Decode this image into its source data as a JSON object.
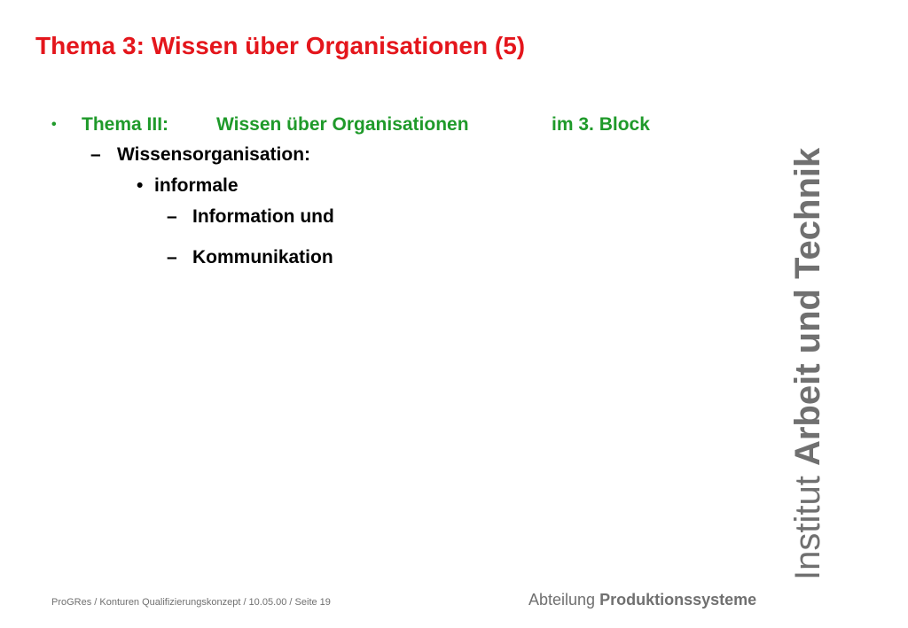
{
  "title": "Thema 3: Wissen über Organisationen (5)",
  "level1": {
    "bullet": "•",
    "col1": "Thema III:",
    "col2": "Wissen über Organisationen",
    "col3": "im 3. Block"
  },
  "level2": {
    "dash": "–",
    "text": "Wissensorganisation:"
  },
  "level3": {
    "bullet": "•",
    "text": "informale"
  },
  "level4": [
    {
      "dash": "–",
      "text": "Information und"
    },
    {
      "dash": "–",
      "text": "Kommunikation"
    }
  ],
  "institute": {
    "word1": "Institut",
    "word2": "Arbeit und Technik"
  },
  "footer": {
    "left": "ProGRes / Konturen Qualifizierungskonzept / 10.05.00  / Seite 19",
    "right_light": "Abteilung",
    "right_bold": "Produktionssysteme"
  },
  "colors": {
    "title": "#e4161c",
    "level1": "#1f9a2a",
    "gray": "#707070"
  }
}
